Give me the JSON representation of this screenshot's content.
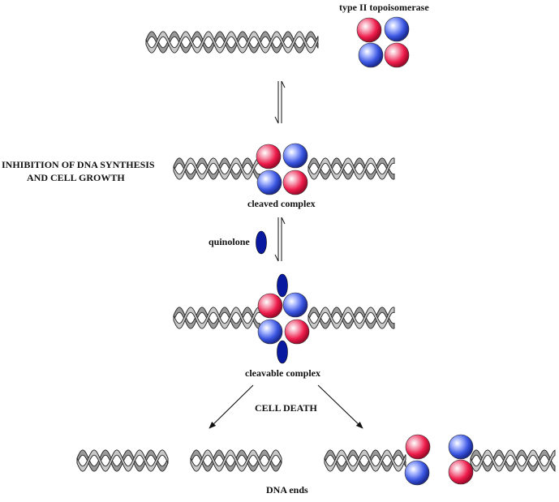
{
  "labels": {
    "enzyme": "type II topoisomerase",
    "inhibition_line1": "INHIBITION OF DNA SYNTHESIS",
    "inhibition_line2": "AND CELL GROWTH",
    "cleaved_complex": "cleaved complex",
    "quinolone": "quinolone",
    "cleavable_complex": "cleavable complex",
    "cell_death": "CELL DEATH",
    "dna_ends": "DNA ends"
  },
  "colors": {
    "enzyme_red": "#ee1c4b",
    "enzyme_blue": "#3a55e0",
    "quinolone": "#0a1aa0",
    "dna_fill": "#c9c9c9",
    "dna_stroke": "#222222"
  },
  "icons": {
    "enzyme_subunit": "sphere-icon",
    "quinolone": "ellipse-icon",
    "dna": "double-helix-icon"
  }
}
